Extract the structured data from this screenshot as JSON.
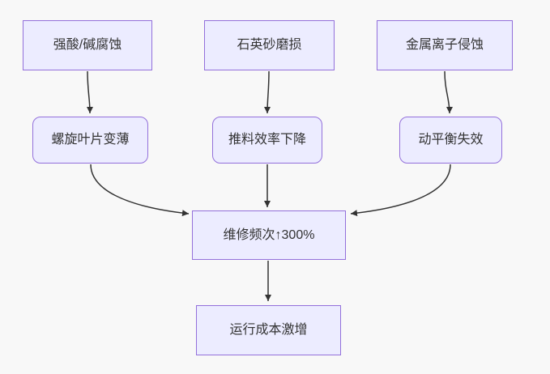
{
  "diagram": {
    "type": "flowchart",
    "direction": "top-down",
    "theme": {
      "background": "#f8f8f8",
      "node_fill": "#ECECFF",
      "node_border": "#9370DB",
      "edge_color": "#333333",
      "text_color": "#333333"
    },
    "nodes": {
      "cause_acid": {
        "label": "强酸/碱腐蚀",
        "shape": "rect"
      },
      "cause_quartz": {
        "label": "石英砂磨损",
        "shape": "rect"
      },
      "cause_metal": {
        "label": "金属离子侵蚀",
        "shape": "rect"
      },
      "effect_blade": {
        "label": "螺旋叶片变薄",
        "shape": "rounded"
      },
      "effect_efficiency": {
        "label": "推料效率下降",
        "shape": "rounded"
      },
      "effect_balance": {
        "label": "动平衡失效",
        "shape": "rounded"
      },
      "converge": {
        "label": "维修频次↑300%",
        "shape": "rect"
      },
      "result": {
        "label": "运行成本激增",
        "shape": "rect"
      }
    },
    "edges": [
      {
        "from": "cause_acid",
        "to": "effect_blade"
      },
      {
        "from": "cause_quartz",
        "to": "effect_efficiency"
      },
      {
        "from": "cause_metal",
        "to": "effect_balance"
      },
      {
        "from": "effect_blade",
        "to": "converge"
      },
      {
        "from": "effect_efficiency",
        "to": "converge"
      },
      {
        "from": "effect_balance",
        "to": "converge"
      },
      {
        "from": "converge",
        "to": "result"
      }
    ]
  }
}
